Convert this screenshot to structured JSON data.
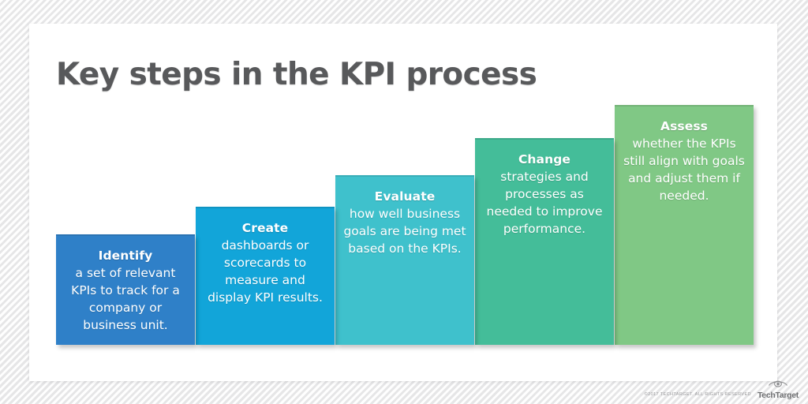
{
  "title": "Key steps in the KPI process",
  "theme": {
    "title_color": "#58595b",
    "card_background": "#ffffff",
    "page_background": "#f1f1f2"
  },
  "chart_data": {
    "type": "bar",
    "title": "Key steps in the KPI process",
    "xlabel": "",
    "ylabel": "",
    "categories": [
      "Identify",
      "Create",
      "Evaluate",
      "Change",
      "Assess"
    ],
    "values": [
      140,
      175,
      215,
      262,
      304
    ],
    "value_units": "pixels (relative step height, ascending staircase)",
    "colors": [
      "#2f80c8",
      "#12a5d9",
      "#3fc1cc",
      "#44bd99",
      "#80c885"
    ],
    "grid": false,
    "legend": "none"
  },
  "steps": [
    {
      "index": "1",
      "heading": "Identify",
      "body": "a set of relevant KPIs to track for a company or business unit.",
      "color": "#2f80c8"
    },
    {
      "index": "2",
      "heading": "Create",
      "body": "dashboards or scorecards to measure and display KPI results.",
      "color": "#12a5d9"
    },
    {
      "index": "3",
      "heading": "Evaluate",
      "body": "how well business goals are being met based on the KPIs.",
      "color": "#3fc1cc"
    },
    {
      "index": "4",
      "heading": "Change",
      "body": "strategies and processes as needed to improve performance.",
      "color": "#44bd99"
    },
    {
      "index": "5",
      "heading": "Assess",
      "body": "whether the KPIs still align with goals and adjust them if needed.",
      "color": "#80c885"
    }
  ],
  "footer": {
    "copyright": "©2017 TECHTARGET. ALL RIGHTS RESERVED",
    "logo_wordmark": "TechTarget",
    "logo_icon": "eye-icon"
  }
}
